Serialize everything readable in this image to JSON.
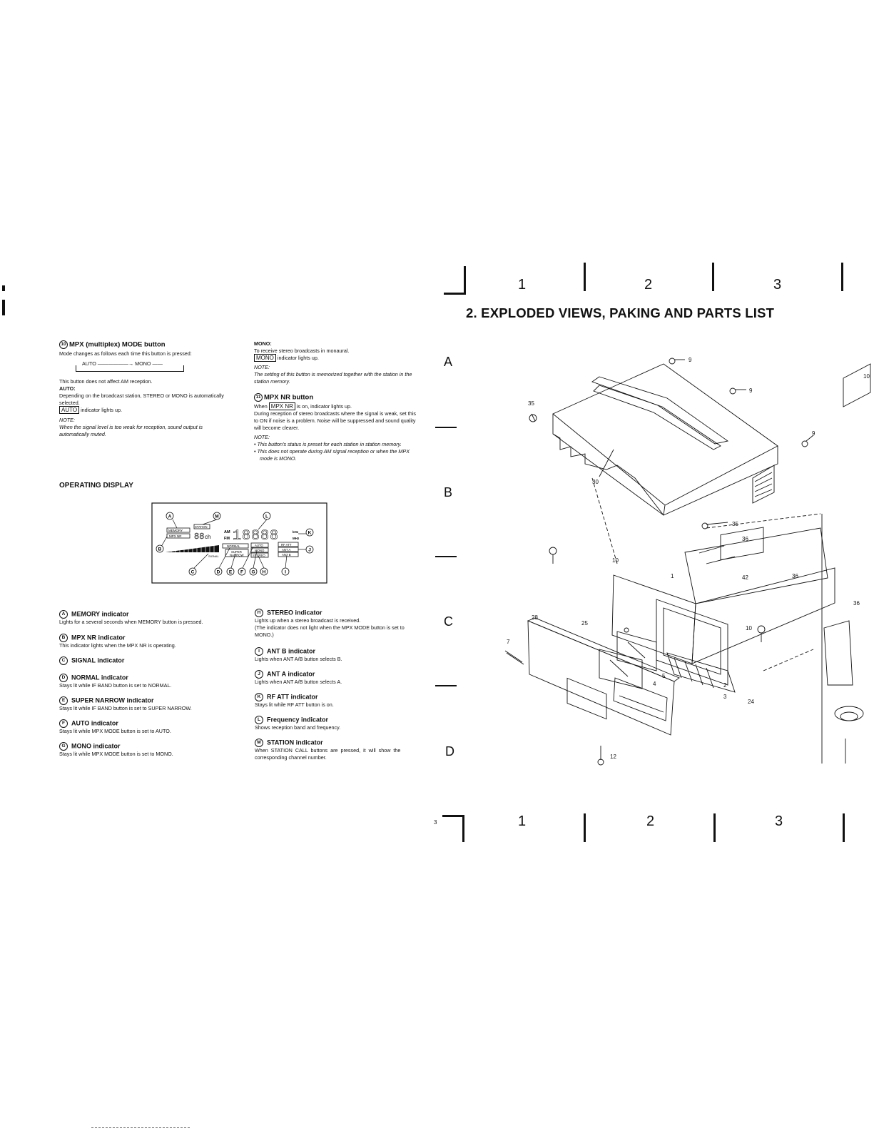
{
  "left": {
    "mpx_mode": {
      "num": "10",
      "title": "MPX (multiplex) MODE button",
      "desc": "Mode changes as follows each time this button is pressed:",
      "flow_auto": "AUTO",
      "flow_mono": "MONO",
      "am_note": "This button does not affect AM reception.",
      "auto_head": "AUTO:",
      "auto_desc1": "Depending on the broadcast station, STEREO or MONO is automatically",
      "auto_desc2": "selected.",
      "auto_box": "AUTO",
      "auto_lights": "indicator lights up.",
      "note_head": "NOTE:",
      "note1": "When the signal level is too weak for reception, sound output is",
      "note2": "automatically muted."
    },
    "mono": {
      "head": "MONO:",
      "desc": "To receive stereo broadcasts in monaural.",
      "box": "MONO",
      "lights": "indicator lights up.",
      "note_head": "NOTE:",
      "note1": "The setting of this button is memorized together with the station in the",
      "note2": "station memory."
    },
    "mpx_nr": {
      "num": "11",
      "title": "MPX NR button",
      "when": "When",
      "box": "MPX NR",
      "is_on": "is on, indicator lights up.",
      "d1": "During reception of stereo broadcasts where the signal is weak, set this",
      "d2": "to ON if noise is a problem. Noise will be suppressed and sound quality",
      "d3": "will become clearer.",
      "note_head": "NOTE:",
      "b1": "This button's status is preset for each station in station memory.",
      "b2a": "This does not operate during AM signal reception or when the MPX",
      "b2b": "mode is MONO."
    },
    "operating_display": "OPERATING DISPLAY",
    "display": {
      "memory": "MEMORY",
      "mpx_nr": "MPX NR",
      "station": "STATION",
      "ch_digits": "88",
      "ch": "ch",
      "am": "AM",
      "fm": "FM",
      "freq": "18888",
      "khz": "kHz",
      "mhz": "MHz",
      "normal": "NORMAL",
      "super": "SUPER",
      "narrow": "NARROW",
      "signal": "SIGNAL",
      "auto": "AUTO",
      "mono": "MONO",
      "stereo": "STEREO",
      "rf_att": "RF ATT",
      "ant_a": "ANT A",
      "ant_b": "ANT B",
      "callouts": [
        "A",
        "M",
        "L",
        "B",
        "K",
        "J",
        "C",
        "D",
        "E",
        "F",
        "G",
        "H",
        "I"
      ]
    },
    "indicators_left": [
      {
        "letter": "A",
        "title": "MEMORY indicator",
        "desc": "Lights for a several seconds when MEMORY button is pressed."
      },
      {
        "letter": "B",
        "title": "MPX NR indicator",
        "desc": "This indicator lights when the MPX NR is operating."
      },
      {
        "letter": "C",
        "title": "SIGNAL indicator",
        "desc": ""
      },
      {
        "letter": "D",
        "title": "NORMAL indicator",
        "desc": "Stays lit while IF BAND button is set to NORMAL."
      },
      {
        "letter": "E",
        "title": "SUPER NARROW indicator",
        "desc": "Stays lit while IF BAND button is set to SUPER NARROW."
      },
      {
        "letter": "F",
        "title": "AUTO indicator",
        "desc": "Stays lit while MPX MODE button is set to AUTO."
      },
      {
        "letter": "G",
        "title": "MONO indicator",
        "desc": "Stays lit while MPX MODE button is set to MONO."
      }
    ],
    "indicators_right": [
      {
        "letter": "H",
        "title": "STEREO indicator",
        "desc": "Lights up when a stereo broadcast is received.",
        "desc2": "(The indicator does not light when the MPX MODE button is set to",
        "desc3": "MONO.)"
      },
      {
        "letter": "I",
        "title": "ANT B indicator",
        "desc": "Lights when ANT A/B button selects B.",
        "desc2": "",
        "desc3": ""
      },
      {
        "letter": "J",
        "title": "ANT A indicator",
        "desc": "Lights when ANT A/B button selects A.",
        "desc2": "",
        "desc3": ""
      },
      {
        "letter": "K",
        "title": "RF ATT indicator",
        "desc": "Stays lit while RF ATT button is on.",
        "desc2": "",
        "desc3": ""
      },
      {
        "letter": "L",
        "title": "Frequency indicator",
        "desc": "Shows reception band and frequency.",
        "desc2": "",
        "desc3": ""
      },
      {
        "letter": "M",
        "title": "STATION indicator",
        "desc": "When STATION CALL buttons are pressed, it will show the",
        "desc2": "corresponding channel number.",
        "desc3": ""
      }
    ]
  },
  "right": {
    "header": "2. EXPLODED VIEWS, PAKING AND PARTS LIST",
    "col_nums_top": [
      "1",
      "2",
      "3"
    ],
    "col_nums_bottom": [
      "1",
      "2",
      "3"
    ],
    "row_letters": [
      "A",
      "B",
      "C",
      "D"
    ],
    "page_num": "3",
    "part_labels": [
      "9",
      "9",
      "9",
      "35",
      "35",
      "30",
      "36",
      "36",
      "36",
      "42",
      "10",
      "10",
      "1",
      "28",
      "25",
      "7",
      "5",
      "4",
      "2",
      "3",
      "24",
      "12",
      "10"
    ]
  }
}
